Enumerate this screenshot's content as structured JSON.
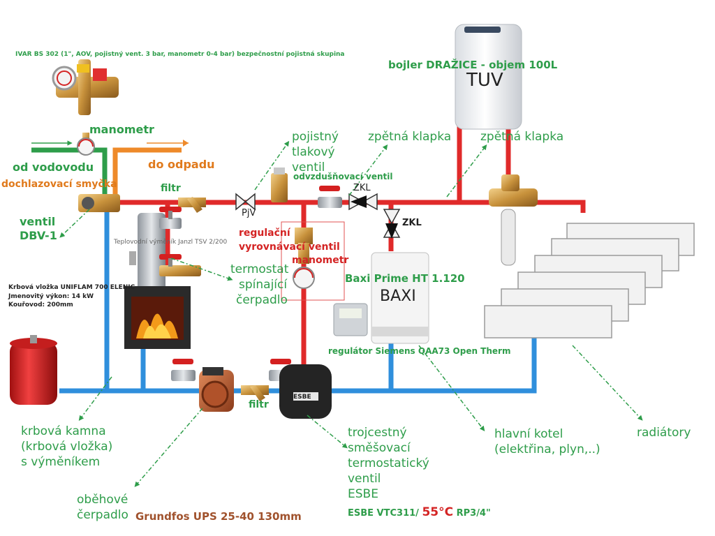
{
  "colors": {
    "hot": "#e02a2a",
    "cold": "#2f8fdc",
    "supply": "#2e9d4a",
    "drain": "#ee8a2a",
    "label_green": "#2e9d4a",
    "label_orange": "#e07a1c",
    "label_red": "#d42424"
  },
  "labels": {
    "safety_group": "IVAR BS 302 (1\", AOV, pojistný vent. 3 bar, manometr 0-4 bar) bezpečnostní pojistná skupina",
    "boiler_title": "bojler DRAŽICE - objem 100L",
    "boiler_tuv": "TUV",
    "manometr_top": "manometr",
    "od_vodovodu": "od vodovodu",
    "do_odpadu": "do odpadu",
    "dochlazovaci": "dochlazovací smyčka",
    "filtr_top": "filtr",
    "ventil_dbv_1": "ventil",
    "ventil_dbv_2": "DBV-1",
    "exchanger_label": "Teplovodní výměník Janzl TSV 2/200",
    "insert_1": "Krbová vložka UNIFLAM 700 ELENIC",
    "insert_2": "Jmenovitý výkon: 14 kW",
    "insert_3": "Kouřovod: 200mm",
    "pojistny_1": "pojistný",
    "pojistny_2": "tlakový",
    "pojistny_3": "ventil",
    "odvzdusnovaci": "odvzdušňovací ventil",
    "zpetna_1": "zpětná klapka",
    "zpetna_2": "zpětná klapka",
    "zkl_1": "ZKL",
    "zkl_2": "ZKL",
    "pjv": "PjV",
    "regulacni_1": "regulační",
    "regulacni_2": "vyrovnávací ventil",
    "manometr_mid": "manometr",
    "termostat_1": "termostat",
    "termostat_2": "spínající",
    "termostat_3": "čerpadlo",
    "baxi_model": "Baxi Prime HT 1.120",
    "baxi_logo": "BAXI",
    "regulator": "regulátor Siemens QAA73 Open Therm",
    "filtr_bottom": "filtr",
    "krbova_1": "krbová kamna",
    "krbova_2": "(krbová vložka)",
    "krbova_3": "s výměníkem",
    "trojcestny_1": "trojcestný",
    "trojcestny_2": "směšovací",
    "trojcestny_3": "termostatický",
    "trojcestny_4": "ventil",
    "trojcestny_5": "ESBE",
    "esbe_pre": "ESBE VTC311/ ",
    "esbe_temp": "55°C",
    "esbe_post": " RP3/4\"",
    "hlavni_1": "hlavní kotel",
    "hlavni_2": "(elektřina, plyn,..)",
    "radiatory": "radiátory",
    "obehove_1": "oběhové",
    "obehove_2": "čerpadlo",
    "grundfos": "Grundfos UPS 25-40 130mm",
    "esbe_badge": "ESBE"
  }
}
